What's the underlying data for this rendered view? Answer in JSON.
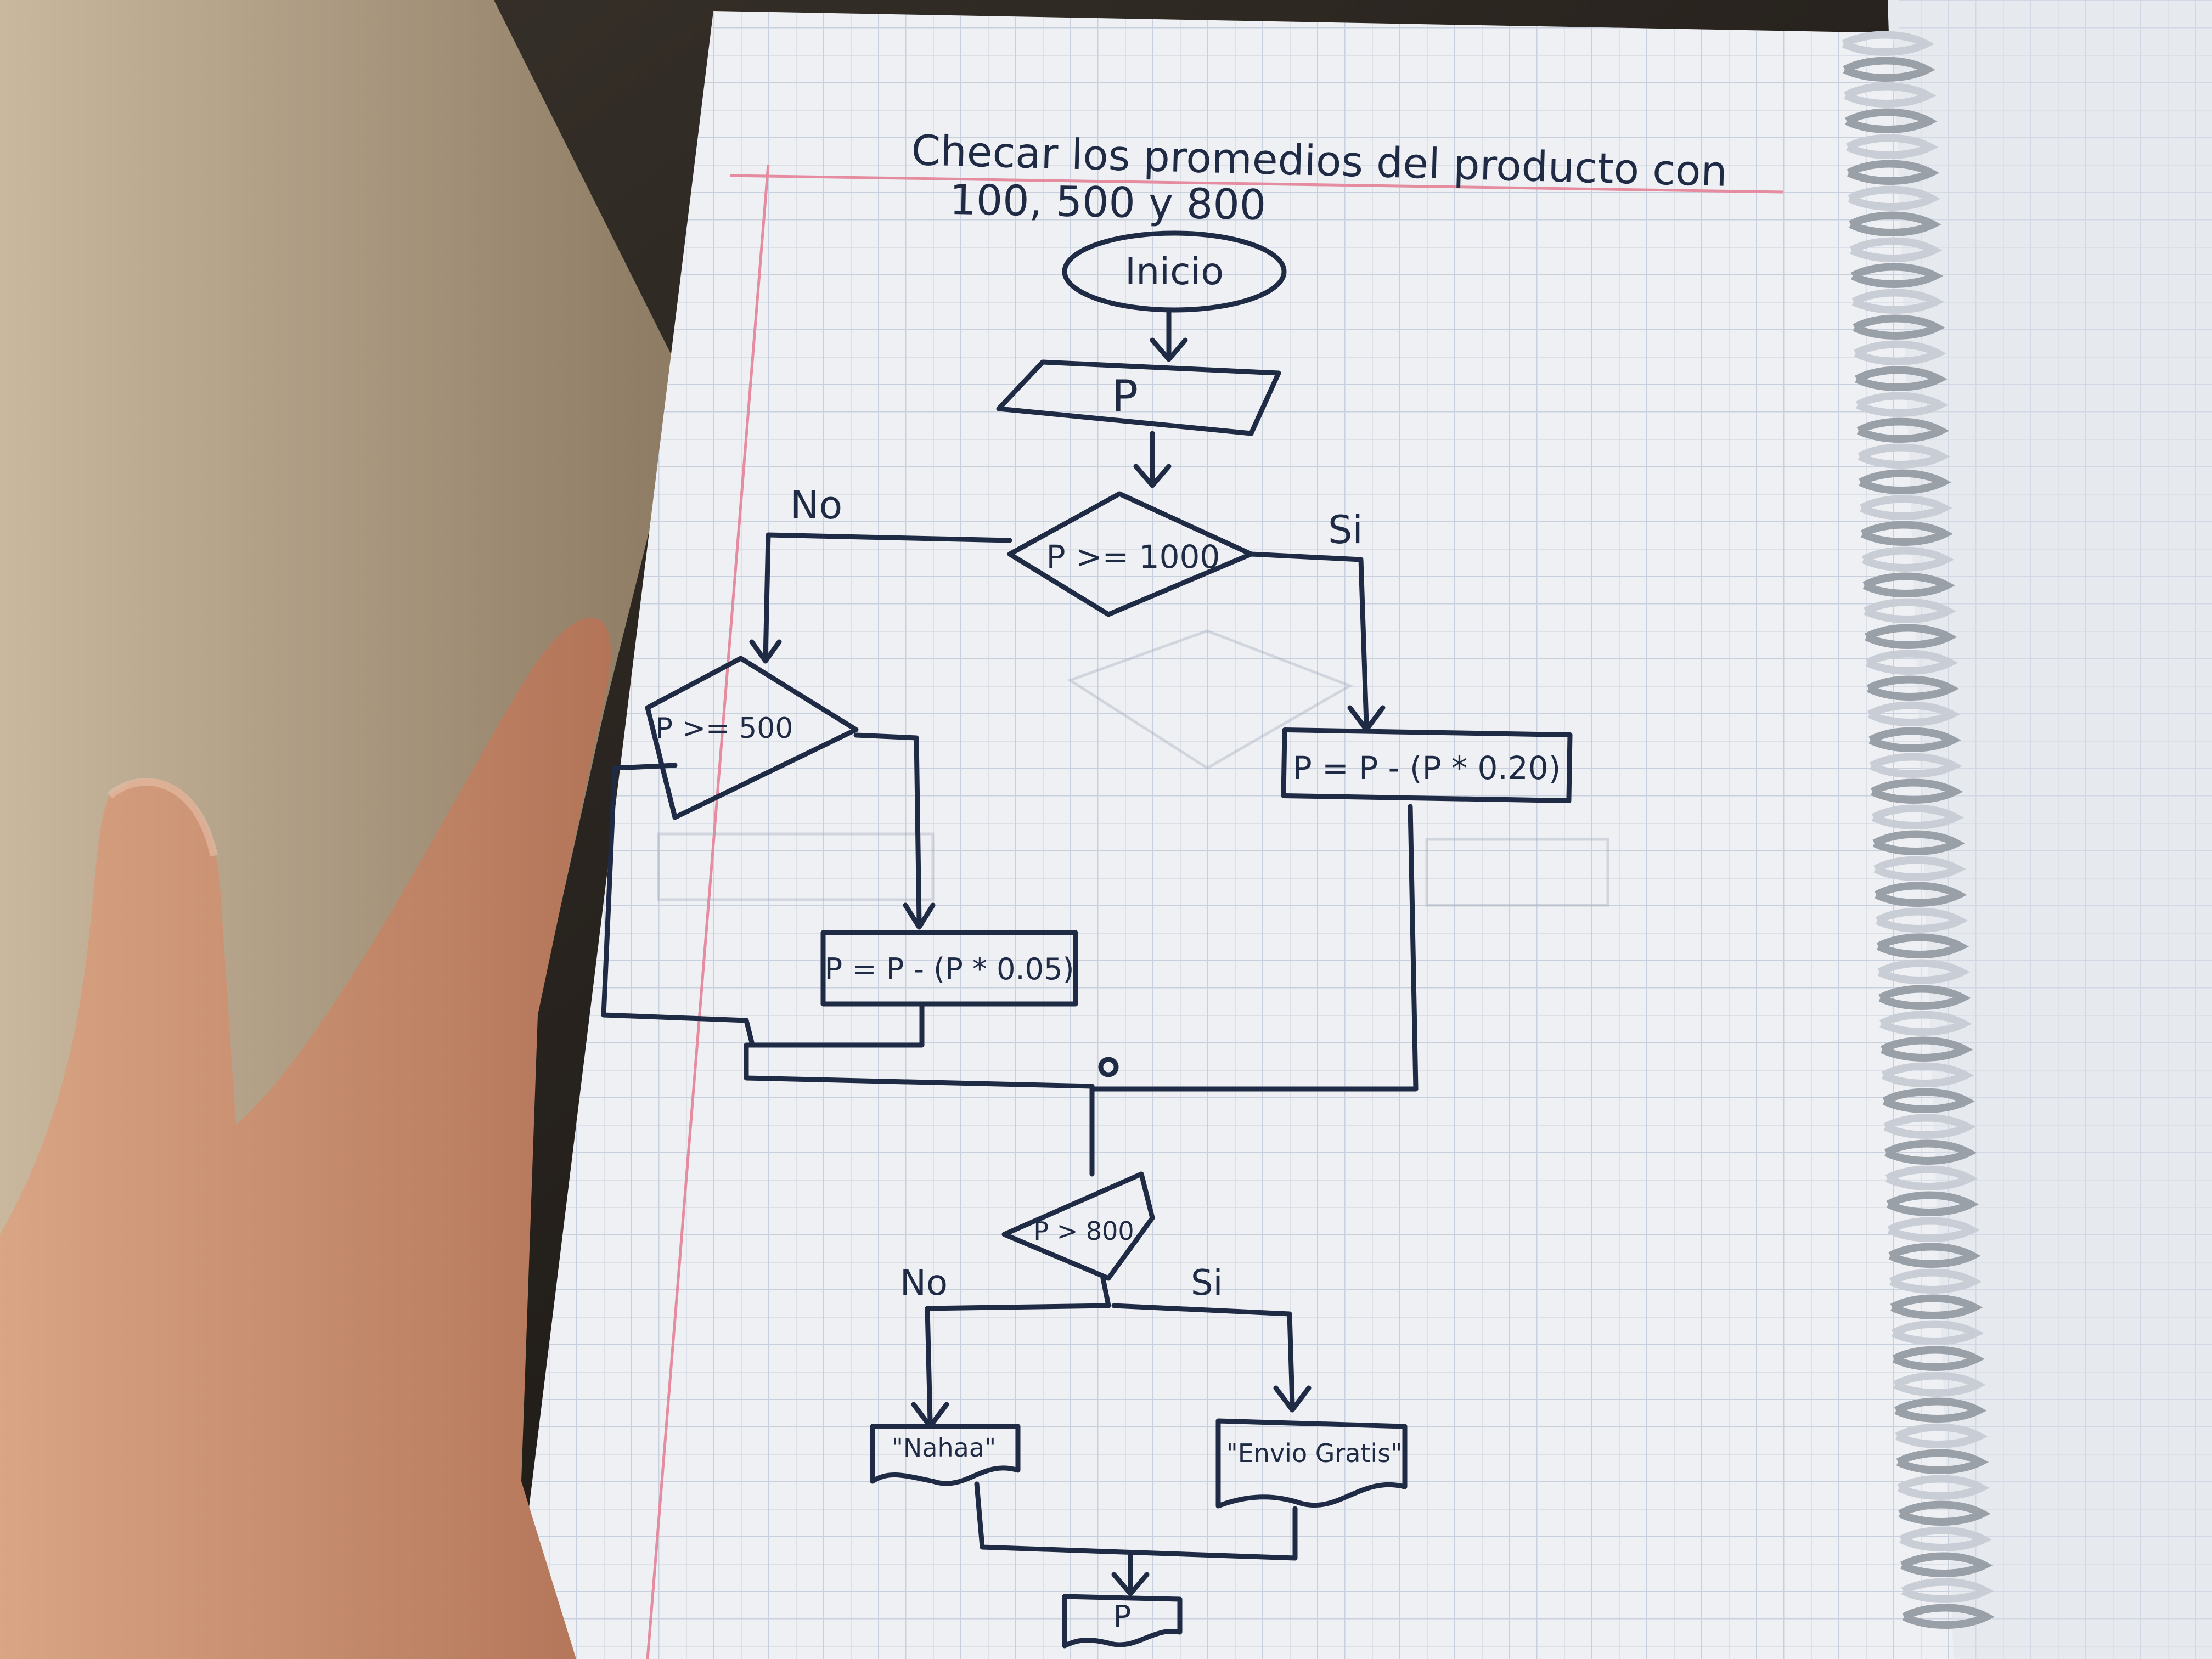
{
  "colors": {
    "paper": "#eef0f4",
    "grid": "#c8d0de",
    "margin_line": "#e58ca0",
    "ink": "#1f2a44",
    "skin": "#c98b6b",
    "fabric": "#bfae95"
  },
  "notebook": {
    "title_line1": "Checar los promedios del producto con",
    "title_line2": "100, 500 y 800"
  },
  "flowchart": {
    "start": "Inicio",
    "input": "P",
    "decision1": "P >= 1000",
    "decision1_no": "No",
    "decision1_yes": "Si",
    "decision2": "P >= 500",
    "process_yes": "P = P - (P * 0.20)",
    "process_no": "P = P - (P * 0.05)",
    "decision3": "P > 800",
    "decision3_no": "No",
    "decision3_yes": "Si",
    "output_no": "\"Nahaa\"",
    "output_yes": "\"Envio Gratis\"",
    "final_output": "P"
  }
}
